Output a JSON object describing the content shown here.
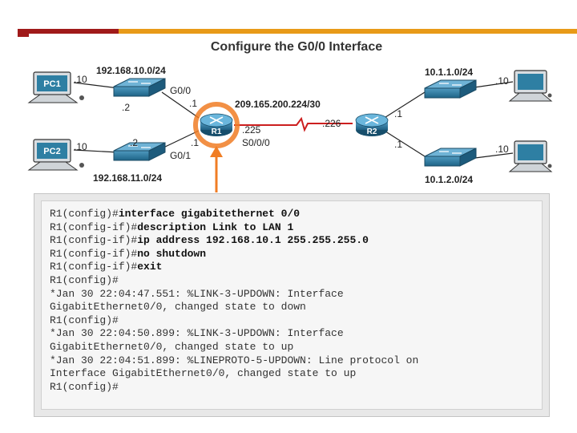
{
  "slide": {
    "title": "Configure the G0/0 Interface"
  },
  "topology": {
    "pc1": {
      "label": "PC1",
      "host_addr": ".10"
    },
    "pc2": {
      "label": "PC2",
      "host_addr": ".10"
    },
    "switch_top_left": {
      "net": "192.168.10.0/24",
      "addr": ".2"
    },
    "switch_bottom_left": {
      "net": "192.168.11.0/24",
      "addr": ".2"
    },
    "r1": {
      "label": "R1",
      "g00_label": "G0/0",
      "g00_addr": ".1",
      "g01_label": "G0/1",
      "g01_addr": ".1",
      "s000_addr": ".225"
    },
    "serial_link": {
      "net": "209.165.200.224/30",
      "iface_label": "S0/0/0"
    },
    "r2": {
      "label": "R2",
      "serial_addr": ".226",
      "top_addr": ".1",
      "bottom_addr": ".1"
    },
    "lan_top_right": {
      "net": "10.1.1.0/24",
      "host_addr": ".10"
    },
    "lan_bottom_right": {
      "net": "10.1.2.0/24",
      "host_addr": ".10"
    },
    "colors": {
      "router": "#2f7fa8",
      "switch": "#2e7fa3",
      "serial_link": "#cc1f1f",
      "highlight": "#f07d24"
    }
  },
  "console": {
    "lines": [
      {
        "prompt": "R1(config)#",
        "cmd": "interface gigabitethernet 0/0"
      },
      {
        "prompt": "R1(config-if)#",
        "cmd": "description Link to LAN 1"
      },
      {
        "prompt": "R1(config-if)#",
        "cmd": "ip address 192.168.10.1 255.255.255.0"
      },
      {
        "prompt": "R1(config-if)#",
        "cmd": "no shutdown"
      },
      {
        "prompt": "R1(config-if)#",
        "cmd": "exit"
      },
      {
        "prompt": "R1(config)#",
        "cmd": ""
      },
      {
        "prompt": "*Jan 30 22:04:47.551: %LINK-3-UPDOWN: Interface",
        "cmd": ""
      },
      {
        "prompt": "GigabitEthernet0/0, changed state to down",
        "cmd": ""
      },
      {
        "prompt": "R1(config)#",
        "cmd": ""
      },
      {
        "prompt": "*Jan 30 22:04:50.899: %LINK-3-UPDOWN: Interface",
        "cmd": ""
      },
      {
        "prompt": "GigabitEthernet0/0, changed state to up",
        "cmd": ""
      },
      {
        "prompt": "*Jan 30 22:04:51.899: %LINEPROTO-5-UPDOWN: Line protocol on",
        "cmd": ""
      },
      {
        "prompt": "Interface GigabitEthernet0/0, changed state to up",
        "cmd": ""
      },
      {
        "prompt": "R1(config)#",
        "cmd": ""
      }
    ]
  }
}
